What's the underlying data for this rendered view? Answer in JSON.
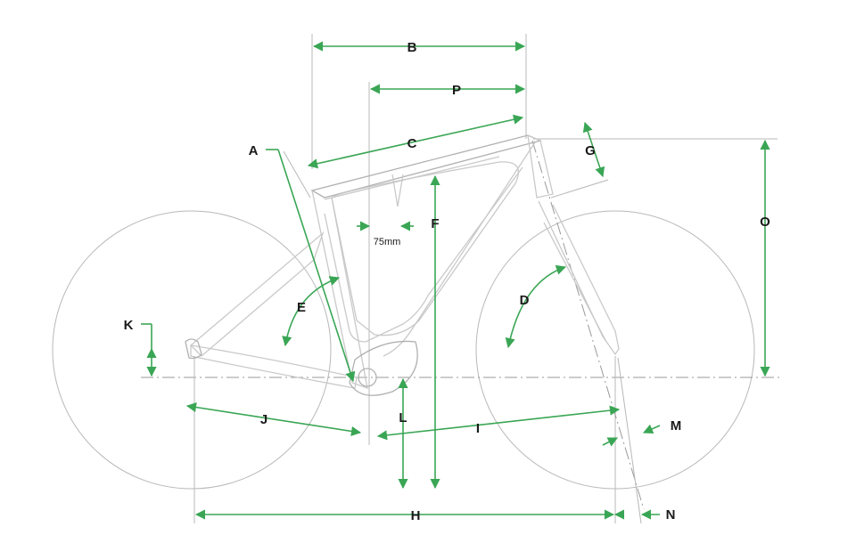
{
  "diagram": {
    "labels": {
      "A": "A",
      "B": "B",
      "C": "C",
      "D": "D",
      "E": "E",
      "F": "F",
      "G": "G",
      "H": "H",
      "I": "I",
      "J": "J",
      "K": "K",
      "L": "L",
      "M": "M",
      "N": "N",
      "O": "O",
      "P": "P"
    },
    "offset_note": "75mm",
    "colors": {
      "dimension": "#3aa655",
      "frame": "#c9c9c9",
      "text": "#1a1a1a"
    }
  }
}
